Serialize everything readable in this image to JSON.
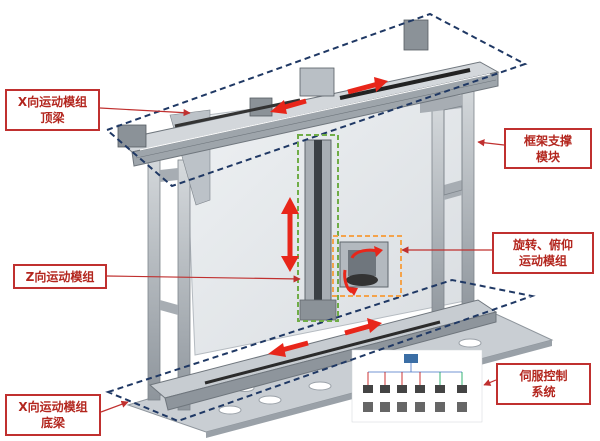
{
  "labels": {
    "x_top_1": "X向运动模组",
    "x_top_2": "顶梁",
    "frame_1": "框架支撑",
    "frame_2": "模块",
    "rot_1": "旋转、俯仰",
    "rot_2": "运动模组",
    "z": "Z向运动模组",
    "servo_1": "伺服控制",
    "servo_2": "系统",
    "x_bottom_1": "X向运动模组",
    "x_bottom_2": "底梁"
  },
  "colors": {
    "callout_border": "#c0302f",
    "callout_text": "#b3261e",
    "dashed_navy": "#1f3864",
    "dashed_green": "#70ad47",
    "dashed_orange": "#f4a34b",
    "arrow_red": "#e8261a",
    "frame_gray": "#b9bfc5",
    "glass_gray": "#e4e7ea"
  }
}
